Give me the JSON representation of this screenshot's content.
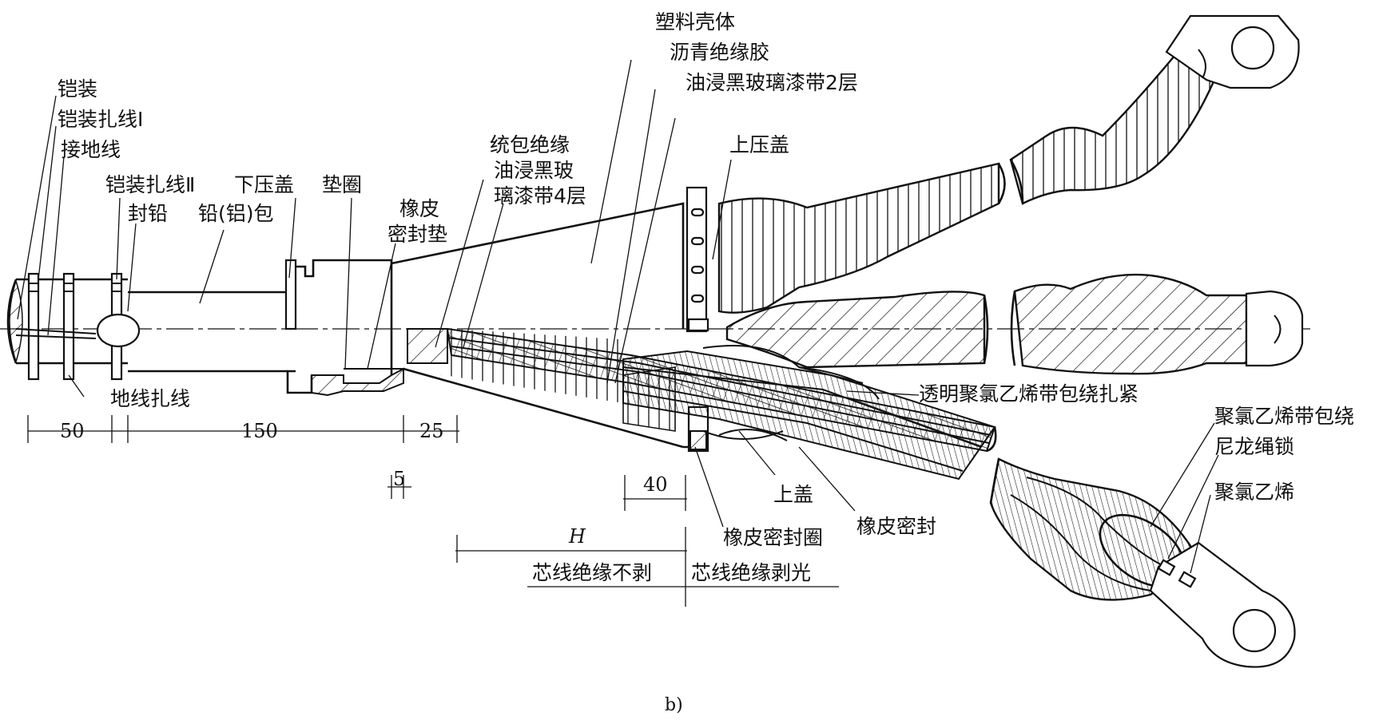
{
  "labels": {
    "armor": "铠装",
    "armor_tie_1": "铠装扎线Ⅰ",
    "ground_wire": "接地线",
    "armor_tie_2": "铠装扎线Ⅱ",
    "lead_seal": "封铅",
    "lower_cap": "下压盖",
    "washer": "垫圈",
    "lead_sheath": "铅(铝)包",
    "rubber": "橡皮",
    "seal_pad": "密封垫",
    "overall_insulation": "统包绝缘",
    "oil_tape_1": "油浸黑玻",
    "oil_tape_2": "璃漆带4层",
    "plastic_shell": "塑料壳体",
    "asphalt_glue": "沥青绝缘胶",
    "oil_tape_2_layers": "油浸黑玻璃漆带2层",
    "upper_cap": "上压盖",
    "ground_tie": "地线扎线",
    "pvc_tape_tight": "透明聚氯乙烯带包绕扎紧",
    "pvc_tape_wrap": "聚氯乙烯带包绕",
    "nylon_lock": "尼龙绳锁",
    "pvc": "聚氯乙烯",
    "top_cover": "上盖",
    "rubber_seal_ring": "橡皮密封圈",
    "rubber_seal": "橡皮密封",
    "core_not_stripped": "芯线绝缘不剥",
    "core_stripped": "芯线绝缘剥光"
  },
  "dimensions": {
    "d50": "50",
    "d150": "150",
    "d25": "25",
    "d5": "5",
    "d40": "40",
    "dH": "H"
  },
  "caption": "b)"
}
